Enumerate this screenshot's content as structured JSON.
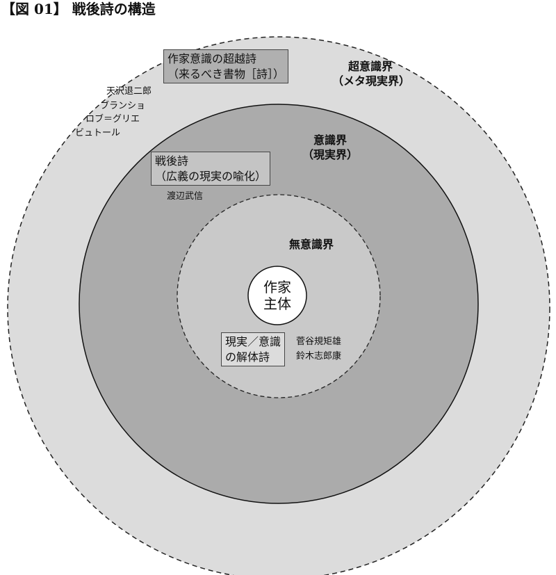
{
  "title": "【図 01】 戦後詩の構造",
  "zones": {
    "outer": {
      "label": "超意識界",
      "sub": "（メタ現実界）",
      "color": "#dcdcdc"
    },
    "middle": {
      "label": "意識界",
      "sub": "（現実界）",
      "color": "#ababab"
    },
    "inner": {
      "label": "無意識界",
      "color": "#c9c9c9"
    }
  },
  "center": {
    "line1": "作家",
    "line2": "主体"
  },
  "boxes": {
    "outer": {
      "line1": "作家意識の超越詩",
      "line2": "（来るべき書物［詩］）"
    },
    "middle": {
      "line1": "戦後詩",
      "line2": "（広義の現実の喩化）"
    },
    "inner": {
      "line1": "現実／意識",
      "line2": "の解体詩"
    }
  },
  "names": {
    "outer": [
      "天沢退二郎",
      "ブランショ",
      "ロブ＝グリエ",
      "ビュトール"
    ],
    "middle": [
      "渡辺武信"
    ],
    "inner": [
      "菅谷規矩雄",
      "鈴木志郎康"
    ]
  }
}
